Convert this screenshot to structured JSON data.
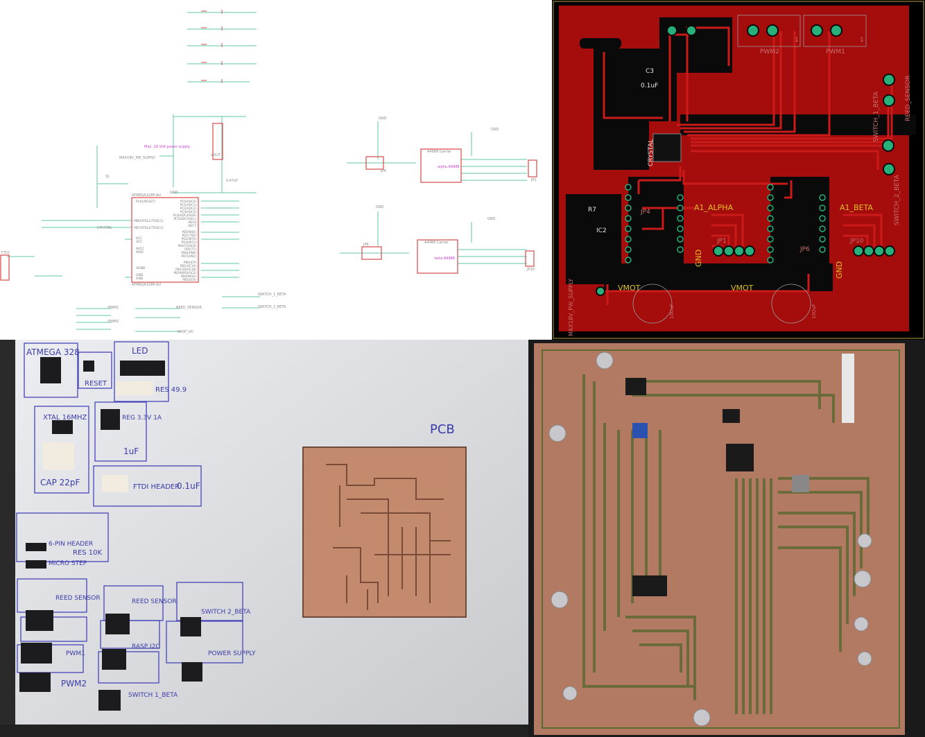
{
  "schematic": {
    "power_note": "Max. 18 Volt power supply",
    "power_connector": "MAX18V_PW_SUPPLY",
    "mcu_name": "ATMEGA328P-AU",
    "mcu_pins_left": [
      "PC6(/RESET)",
      "PB6(XTAL1/TOSC1)",
      "PB7(XTAL2/TOSC2)",
      "VCC",
      "VCC",
      "AVCC",
      "AREF",
      "AGND",
      "GND",
      "GND"
    ],
    "mcu_pins_right": [
      "PC0(ADC0)",
      "PC1(ADC1)",
      "PC2(ADC2)",
      "PC3(ADC3)",
      "PC4(ADC4/SDA)",
      "PC5(ADC5/SCL)",
      "ADC6",
      "ADC7",
      "PD0(RXD)",
      "PD1(TXD)",
      "PD2(INT0)",
      "PD3(INT1)",
      "PD4(T0/XCK)",
      "PD5(T1)",
      "PD6(AIN0)",
      "PD7(AIN1)",
      "PB0(ICP)",
      "PB1(OC1A)",
      "PB2(SS/OC1B)",
      "PB3(MOSI/OC2)",
      "PB4(MISO)",
      "PB5(SCK)"
    ],
    "regulator_label": "VOUT",
    "cap_label": "0.47uF",
    "gnd": "GND",
    "switch": "S1",
    "crystal": "CRYSTAL",
    "driver_carrier": "A4988 Carrier",
    "driver_alpha": "alpha A4988",
    "driver_beta": "beta A4988",
    "jp_alpha_header": "JP4",
    "jp_beta_header": "JP6",
    "jp_alpha_out": "JP1",
    "jp_beta_out": "JP10",
    "reed_sensor": "REED_SENSOR",
    "rasp_i2c": "RASP_I2C",
    "switch_1": "SWITCH_1_BETA",
    "switch_2": "SWITCH_2_BETA",
    "pwm1": "PWM1",
    "pwm2": "PWM2",
    "ftdi": "FTDI"
  },
  "pcb": {
    "labels": {
      "pwm2": "PWM2",
      "pwm1": "PWM1",
      "pin1": "1",
      "cap_c3": "C3",
      "cap_value": "0.1uF",
      "a1_alpha": "A1_ALPHA",
      "a1_beta": "A1_BETA",
      "jp4": "JP4",
      "jp6": "JP6",
      "jp1": "JP1",
      "jp10": "JP10",
      "gnd": "GND",
      "vmot": "VMOT",
      "reed": "REED_SENSOR",
      "switch1": "SWITCH_1_BETA",
      "switch2": "SWITCH_2_BETA",
      "crystal": "CRYSTAL",
      "r7": "R7",
      "ic2": "IC2",
      "power": "MAX18V_PW_SUPPLY",
      "cap100": "100uF"
    },
    "colors": {
      "board": "#a50d0d",
      "trace": "#cc1111",
      "pad": "#27b07a",
      "silk": "#e0c020"
    }
  },
  "parts_photo": {
    "pcb_label": "PCB",
    "parts": [
      "ATMEGA 328",
      "RESET",
      "LED",
      "RES 49.9",
      "XTAL 16MHZ",
      "CAP 22pF",
      "REG 3.3V 1A",
      "1uF",
      "FTDI HEADER",
      "0.1uF",
      "6-PIN HEADER",
      "MICRO STEP",
      "RES 10K",
      "REED SENSOR",
      "REED SENSOR",
      "SWITCH 2_BETA",
      "PWM1",
      "RASP I2C",
      "POWER SUPPLY",
      "PWM2",
      "SWITCH 1_BETA"
    ]
  }
}
